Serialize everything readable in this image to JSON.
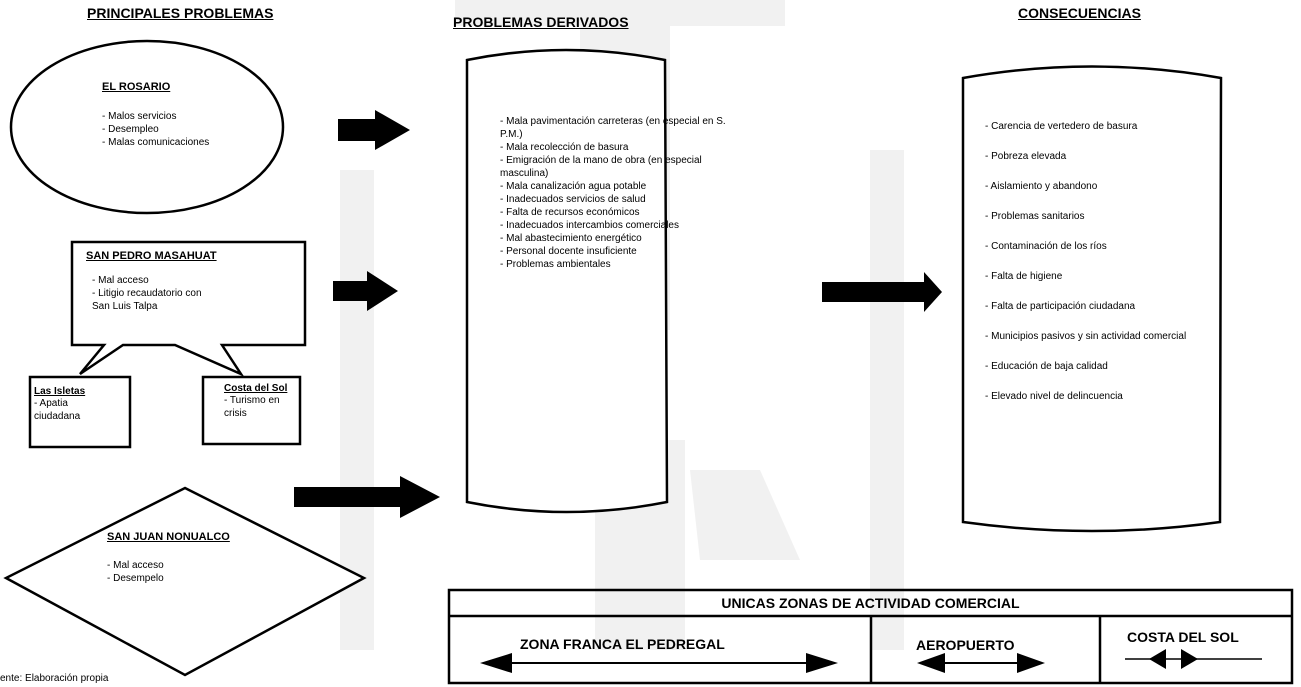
{
  "headers": {
    "principales": "PRINCIPALES PROBLEMAS",
    "derivados": "PROBLEMAS DERIVADOS",
    "consecuencias": "CONSECUENCIAS"
  },
  "el_rosario": {
    "title": "EL ROSARIO",
    "items": [
      "- Malos servicios",
      "- Desempleo",
      "- Malas comunicaciones"
    ]
  },
  "san_pedro": {
    "title": "SAN PEDRO MASAHUAT",
    "items": [
      "- Mal acceso",
      "- Litigio recaudatorio con San Luis Talpa"
    ]
  },
  "las_isletas": {
    "title": "Las Isletas",
    "items": [
      "- Apatia ciudadana"
    ]
  },
  "costa_sol_box": {
    "title": "Costa del Sol",
    "items": [
      "- Turismo en crisis"
    ]
  },
  "san_juan": {
    "title": "SAN JUAN NONUALCO",
    "items": [
      "- Mal acceso",
      "- Desempelo"
    ]
  },
  "derivados_items": [
    "- Mala pavimentación carreteras (en especial en S. P.M.)",
    "- Mala recolección de basura",
    "- Emigración de la mano de obra (en especial masculina)",
    "- Mala canalización agua potable",
    "- Inadecuados servicios de salud",
    "- Falta de recursos económicos",
    "- Inadecuados intercambios comerciales",
    "- Mal abastecimiento energético",
    "- Personal docente insuficiente",
    "- Problemas ambientales"
  ],
  "consecuencias_items": [
    "- Carencia de vertedero de basura",
    "- Pobreza elevada",
    "- Aislamiento y abandono",
    "- Problemas sanitarios",
    "- Contaminación de los ríos",
    "- Falta de higiene",
    "- Falta de participación ciudadana",
    "- Municipios pasivos y sin actividad comercial",
    "- Educación de baja calidad",
    "- Elevado nivel de delincuencia"
  ],
  "zonas": {
    "title": "UNICAS ZONAS DE ACTIVIDAD COMERCIAL",
    "z1": "ZONA FRANCA EL PEDREGAL",
    "z2": "AEROPUERTO",
    "z3": "COSTA DEL SOL"
  },
  "footer": "ente: Elaboración propia"
}
